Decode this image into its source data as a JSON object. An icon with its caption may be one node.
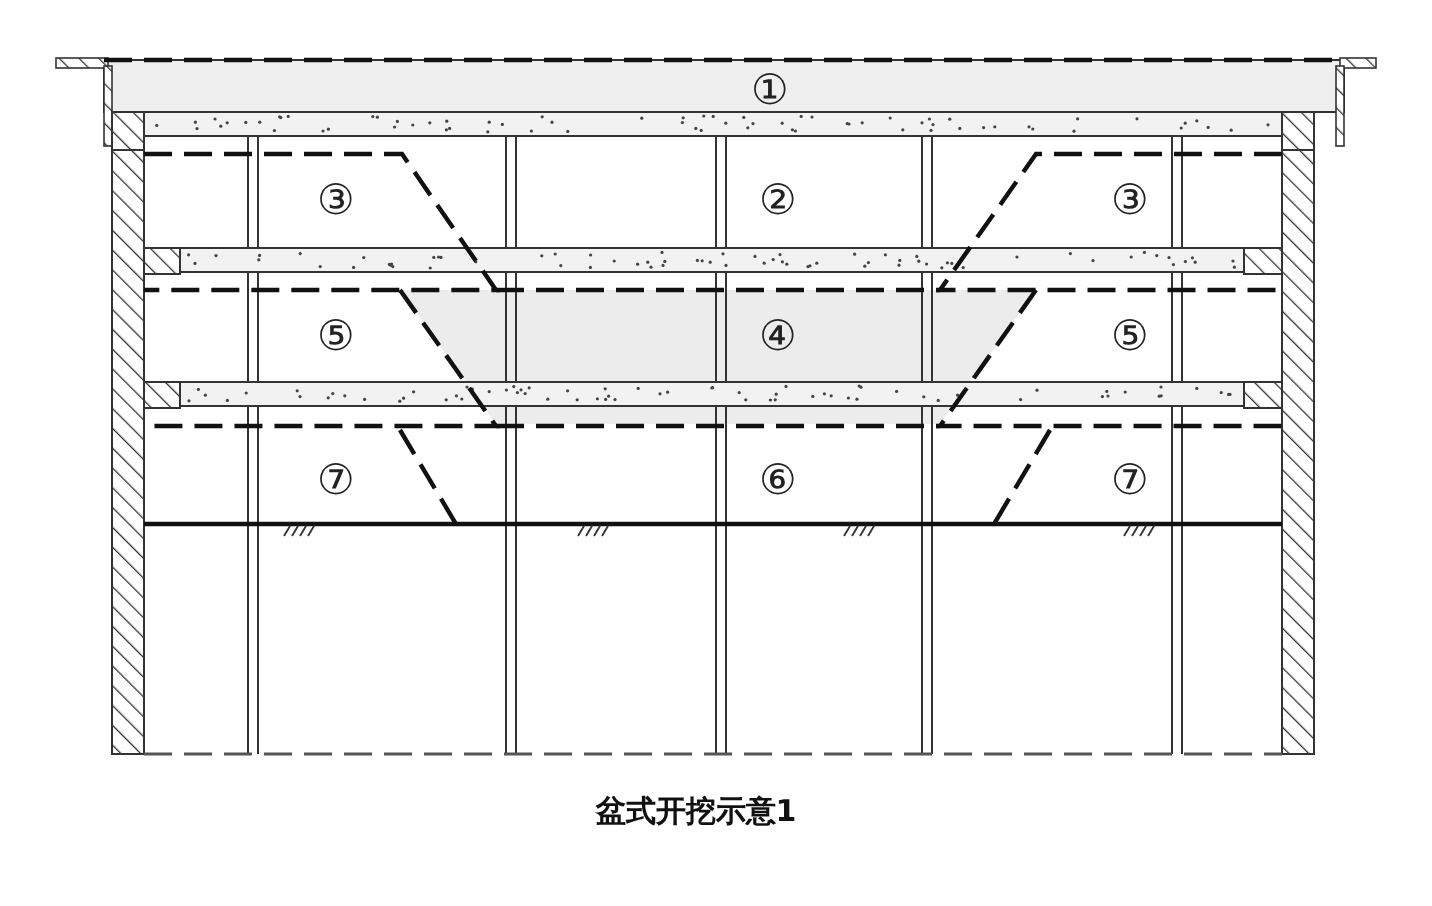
{
  "diagram": {
    "caption": "盆式开挖示意1",
    "labels": [
      "①",
      "③",
      "②",
      "③",
      "⑤",
      "④",
      "⑤",
      "⑦",
      "⑥",
      "⑦"
    ]
  }
}
